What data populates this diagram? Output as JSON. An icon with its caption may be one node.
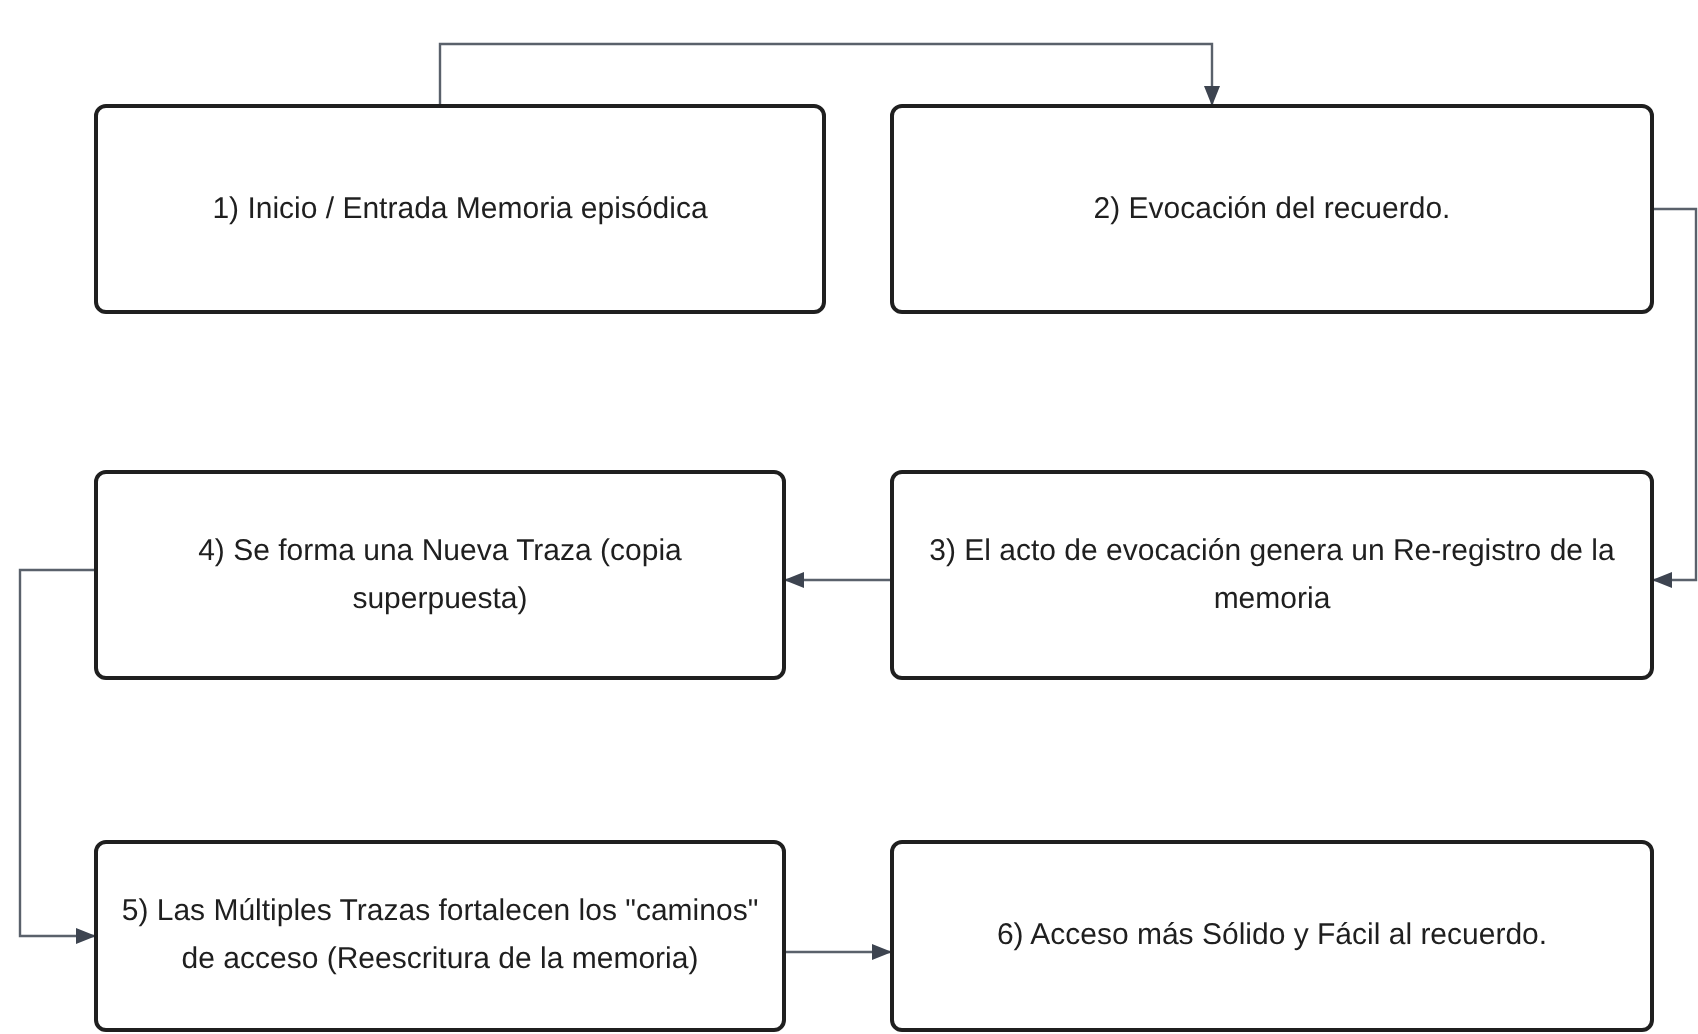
{
  "diagram": {
    "nodes": [
      {
        "text": [
          "1) Inicio / Entrada Memoria episódica"
        ]
      },
      {
        "text": [
          "2) Evocación del recuerdo."
        ]
      },
      {
        "text": [
          "3) El acto de evocación genera un Re-registro de la memoria"
        ]
      },
      {
        "text": [
          "4) Se forma una Nueva Traza (copia superpuesta)"
        ]
      },
      {
        "text": [
          "5) Las Múltiples Trazas fortalecen los \"caminos\" de acceso (Reescritura de la memoria)"
        ]
      },
      {
        "text": [
          "6) Acceso más Sólido y Fácil al recuerdo."
        ]
      }
    ],
    "edges": [
      {
        "from": 0,
        "to": 1,
        "arrow": "to"
      },
      {
        "from": 1,
        "to": 2,
        "arrow": "to"
      },
      {
        "from": 2,
        "to": 3,
        "arrow": "to"
      },
      {
        "from": 3,
        "to": 4,
        "arrow": "to"
      },
      {
        "from": 4,
        "to": 5,
        "arrow": "to"
      }
    ]
  }
}
